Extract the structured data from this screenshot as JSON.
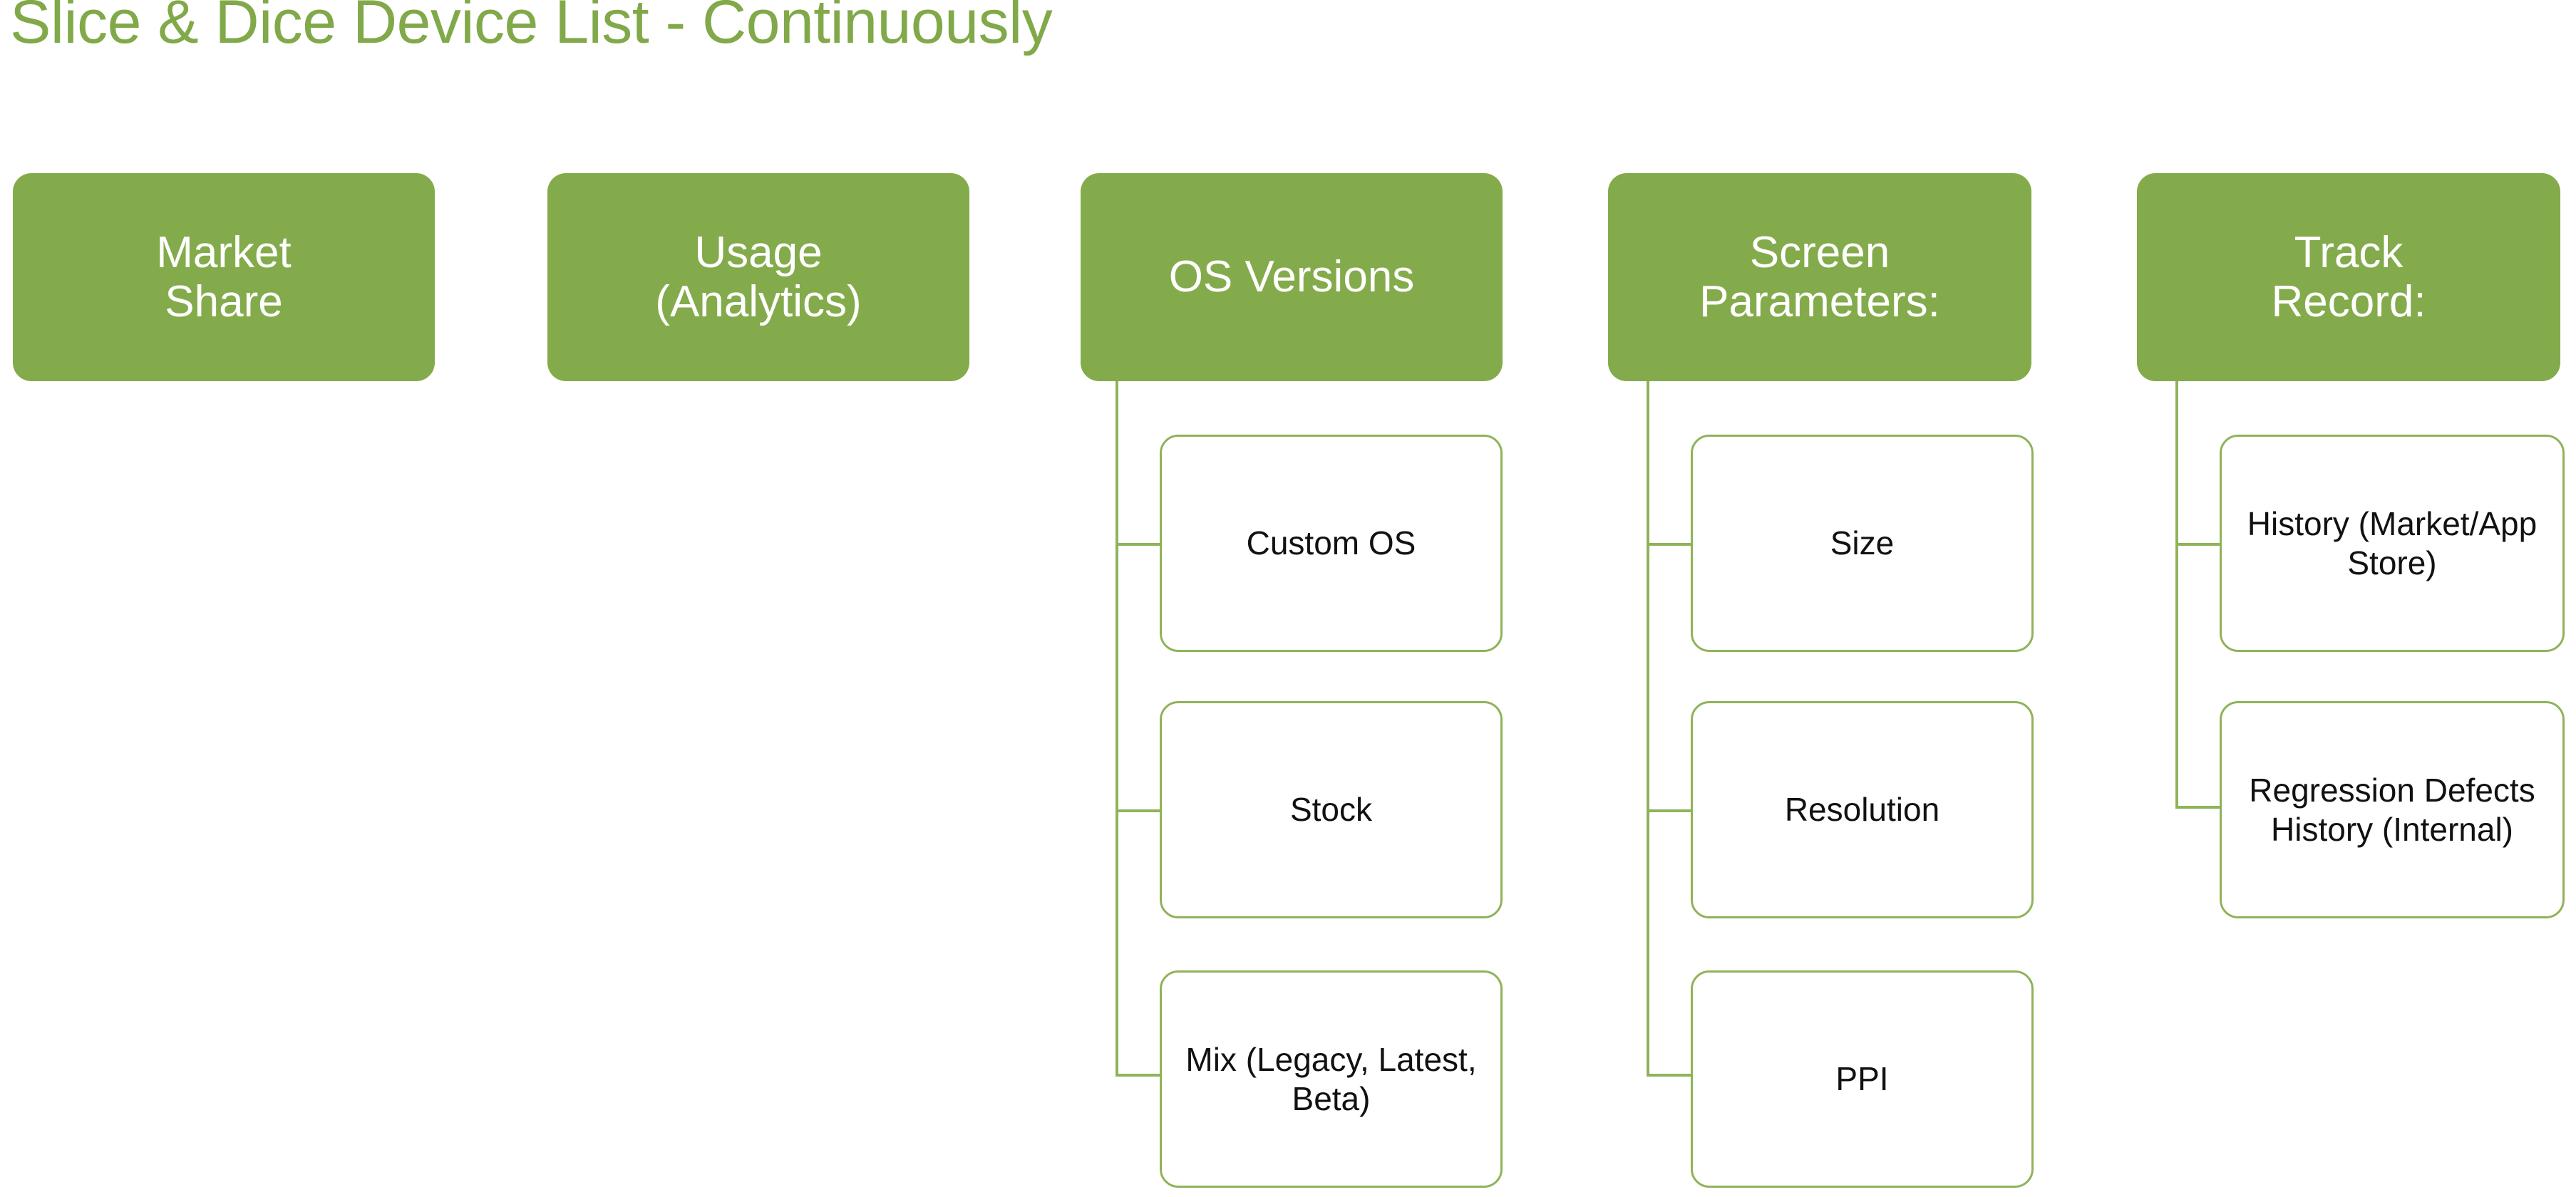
{
  "slide": {
    "title": "Slice & Dice Device List - Continuously",
    "background": "#FFFFFF",
    "accent_green": "#84AB4B",
    "title_green": "#81A94A",
    "border_green": "#8FB359",
    "child_text_color": "#111111",
    "parent_text_color": "#FFFFFF"
  },
  "columns": [
    {
      "id": "market-share",
      "header": "Market\nShare",
      "header_line1": "Market",
      "header_line2": "Share",
      "children": []
    },
    {
      "id": "usage-analytics",
      "header": "Usage\n(Analytics)",
      "header_line1": "Usage",
      "header_line2": "(Analytics)",
      "children": []
    },
    {
      "id": "os-versions",
      "header": "OS Versions",
      "header_line1": "OS Versions",
      "header_line2": "",
      "children": [
        {
          "id": "custom-os",
          "label": "Custom OS"
        },
        {
          "id": "stock",
          "label": "Stock"
        },
        {
          "id": "mix-legacy-latest-beta",
          "label": "Mix (Legacy, Latest, Beta)"
        }
      ]
    },
    {
      "id": "screen-parameters",
      "header": "Screen\nParameters:",
      "header_line1": "Screen",
      "header_line2": "Parameters:",
      "children": [
        {
          "id": "size",
          "label": "Size"
        },
        {
          "id": "resolution",
          "label": "Resolution"
        },
        {
          "id": "ppi",
          "label": "PPI"
        }
      ]
    },
    {
      "id": "track-record",
      "header": "Track\nRecord:",
      "header_line1": "Track",
      "header_line2": "Record:",
      "children": [
        {
          "id": "history-market-app-store",
          "label": "History (Market/App Store)"
        },
        {
          "id": "regression-defects-history-internal",
          "label": "Regression Defects History (Internal)"
        }
      ]
    }
  ]
}
